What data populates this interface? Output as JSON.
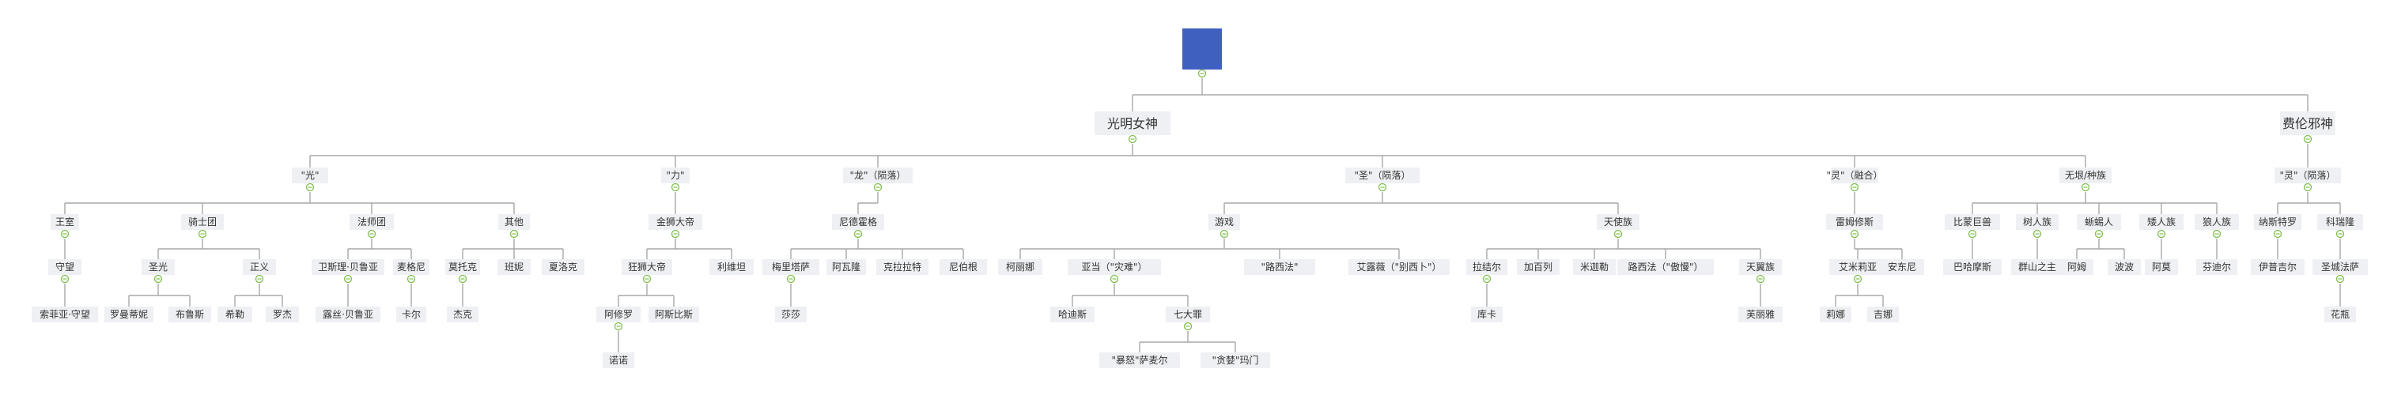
{
  "colors": {
    "root": "#4060c0",
    "node_bg": "#eef0f3",
    "line": "#a8a8a8",
    "toggle": "#7fbf4d",
    "text": "#333333"
  },
  "nodes": {
    "root": "",
    "n1": "光明女神",
    "n2": "费伦邪神",
    "g1": "\"光\"",
    "g2": "\"力\"",
    "g3": "\"龙\"（陨落）",
    "g4": "\"圣\"（陨落）",
    "g5": "\"灵\"（融合）",
    "g6": "无垠/种族",
    "g7": "\"灵\"（陨落）",
    "a1": "王室",
    "a2": "骑士团",
    "a3": "法师团",
    "a4": "其他",
    "a1a": "守望",
    "a1a1": "索菲亚·守望",
    "a2a": "圣光",
    "a2b": "正义",
    "a2a1": "罗曼蒂妮",
    "a2a2": "布鲁斯",
    "a2b1": "希勒",
    "a2b2": "罗杰",
    "a3a": "卫斯理·贝鲁亚",
    "a3b": "麦格尼",
    "a3a1": "露丝·贝鲁亚",
    "a3b1": "卡尔",
    "a4a": "莫托克",
    "a4b": "班妮",
    "a4c": "夏洛克",
    "a4a1": "杰克",
    "b1": "金狮大帝",
    "b1a": "狂狮大帝",
    "b1b": "利维坦",
    "b1a1": "阿修罗",
    "b1a2": "阿斯比斯",
    "b1a1a": "诺诺",
    "c1": "尼德霍格",
    "c1a": "梅里塔萨",
    "c1b": "阿瓦隆",
    "c1c": "克拉拉特",
    "c1d": "尼伯根",
    "c1a1": "莎莎",
    "d1": "游戏",
    "d2": "天使族",
    "d1a": "柯丽娜",
    "d1b": "亚当（\"灾难\"）",
    "d1c": "\"路西法\"",
    "d1d": "艾露薇（\"别西卜\"）",
    "d1b1": "哈迪斯",
    "d1b2": "七大罪",
    "d1b2a": "\"暴怒\"萨麦尔",
    "d1b2b": "\"贪婪\"玛门",
    "d2a": "拉结尔",
    "d2b": "加百列",
    "d2c": "米迦勒",
    "d2d": "路西法（\"傲慢\"）",
    "d2e": "天翼族",
    "d2a1": "库卡",
    "d2e1": "芙丽雅",
    "e1": "雷姆修斯",
    "e1a": "艾米莉亚",
    "e1b": "安东尼",
    "e1a1": "莉娜",
    "e1a2": "吉娜",
    "f1": "比蒙巨兽",
    "f2": "树人族",
    "f3": "蜥蜴人",
    "f4": "矮人族",
    "f5": "狼人族",
    "f1a": "巴哈摩斯",
    "f2a": "群山之主",
    "f3a": "阿姆",
    "f3b": "波波",
    "f4a": "阿莫",
    "f5a": "芬迪尔",
    "h1": "纳斯特罗",
    "h2": "科瑞隆",
    "h1a": "伊普吉尔",
    "h2a": "圣城法萨",
    "h2a1": "花瓶"
  }
}
